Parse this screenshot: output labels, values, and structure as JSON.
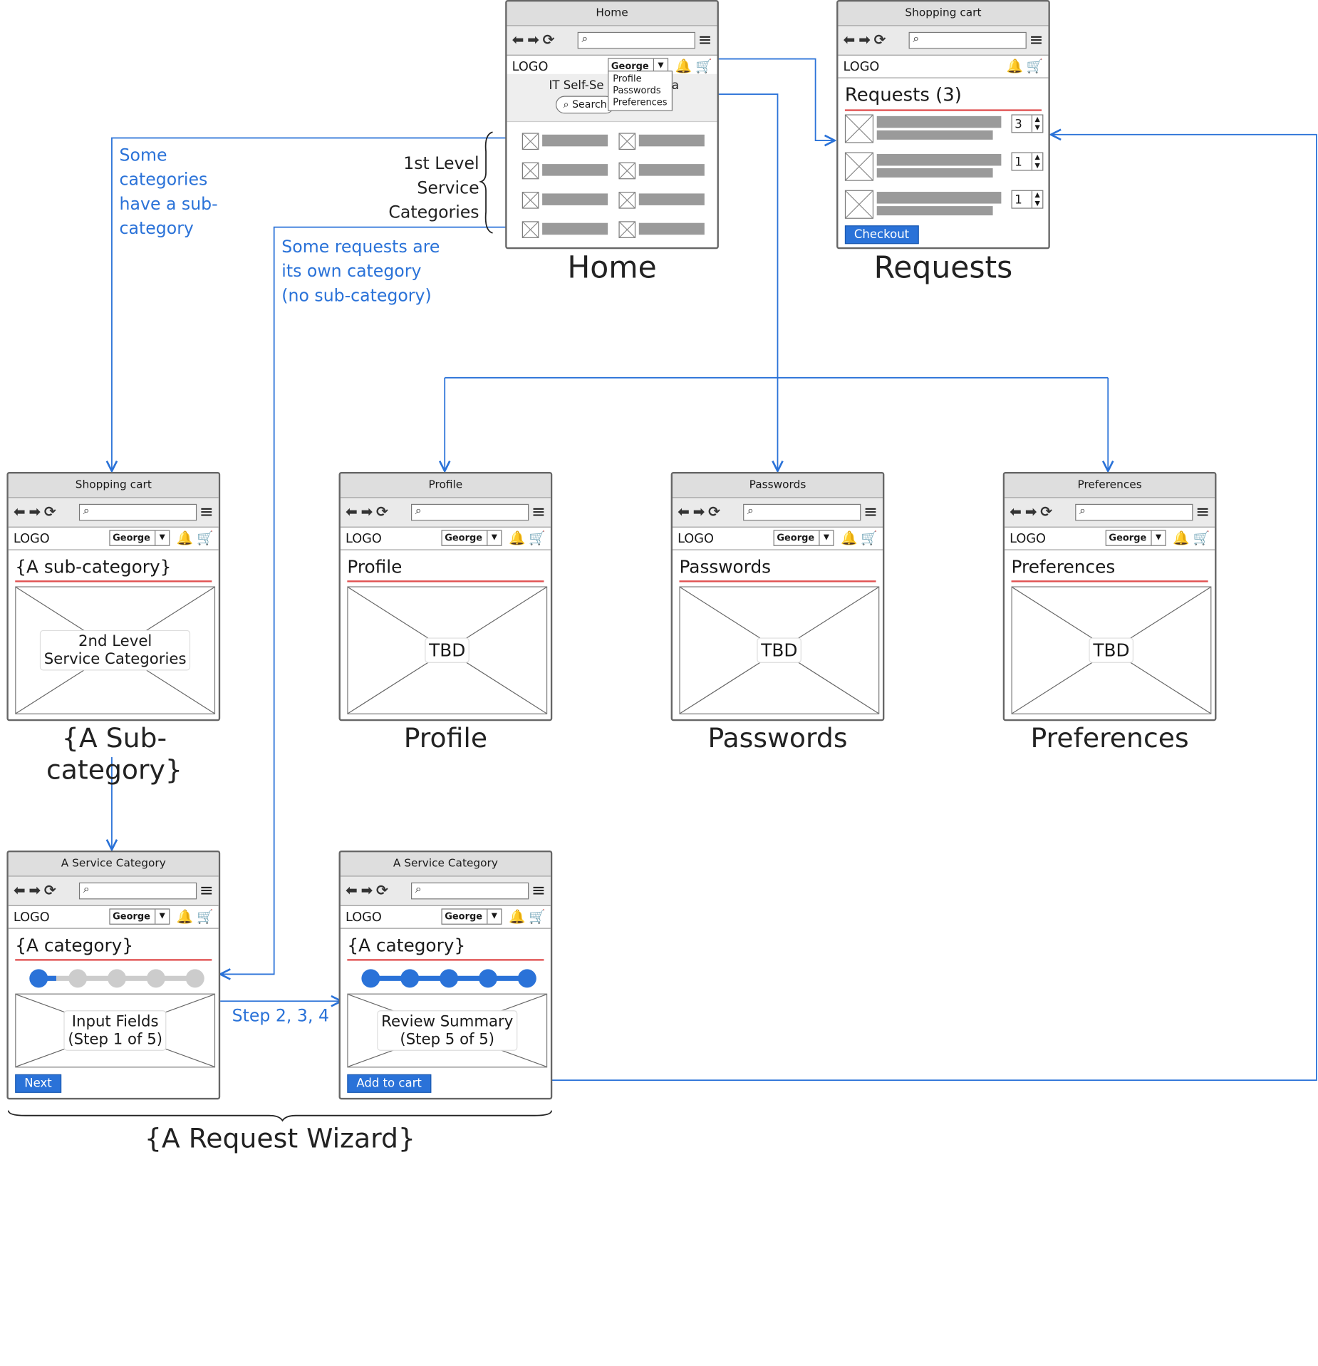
{
  "common": {
    "logo": "LOGO",
    "user": "George",
    "caret": "▼",
    "nav": "⬅➡⟳",
    "search_icon": "⌕",
    "menu_icon": "≡",
    "bell_icon": "🔔",
    "cart_icon": "🛒",
    "placeholder_icon": "x"
  },
  "home": {
    "title": "Home",
    "banner": "IT Self-Se",
    "banner_suffix": "a",
    "search_label": "Search",
    "dropdown": [
      "Profile",
      "Passwords",
      "Preferences"
    ],
    "caption": "Home"
  },
  "requests": {
    "title": "Shopping cart",
    "page_title": "Requests (3)",
    "quantities": [
      "3",
      "1",
      "1"
    ],
    "checkout": "Checkout",
    "caption": "Requests"
  },
  "subcat": {
    "title": "Shopping cart",
    "page_title": "{A sub-category}",
    "placeholder": "2nd Level\nService Categories",
    "caption": "{A Sub-category}"
  },
  "profile": {
    "title": "Profile",
    "page_title": "Profile",
    "placeholder": "TBD",
    "caption": "Profile"
  },
  "passwords": {
    "title": "Passwords",
    "page_title": "Passwords",
    "placeholder": "TBD",
    "caption": "Passwords"
  },
  "preferences": {
    "title": "Preferences",
    "page_title": "Preferences",
    "placeholder": "TBD",
    "caption": "Preferences"
  },
  "wizard1": {
    "title": "A Service Category",
    "page_title": "{A category}",
    "placeholder": "Input Fields\n(Step 1 of 5)",
    "button": "Next",
    "progress_current": 1,
    "progress_total": 5
  },
  "wizard5": {
    "title": "A Service Category",
    "page_title": "{A category}",
    "placeholder": "Review Summary\n(Step 5 of 5)",
    "button": "Add to cart",
    "progress_current": 5,
    "progress_total": 5
  },
  "notes": {
    "subcategory": "Some\ncategories\nhave a sub-\ncategory",
    "own_category": "Some requests are\nits own category\n(no sub-category)",
    "first_level": "1st Level\nService\nCategories",
    "steps": "Step 2, 3, 4",
    "wizard_group": "{A Request Wizard}"
  },
  "colors": {
    "accent": "#2a72d8",
    "underline": "#e05050"
  }
}
